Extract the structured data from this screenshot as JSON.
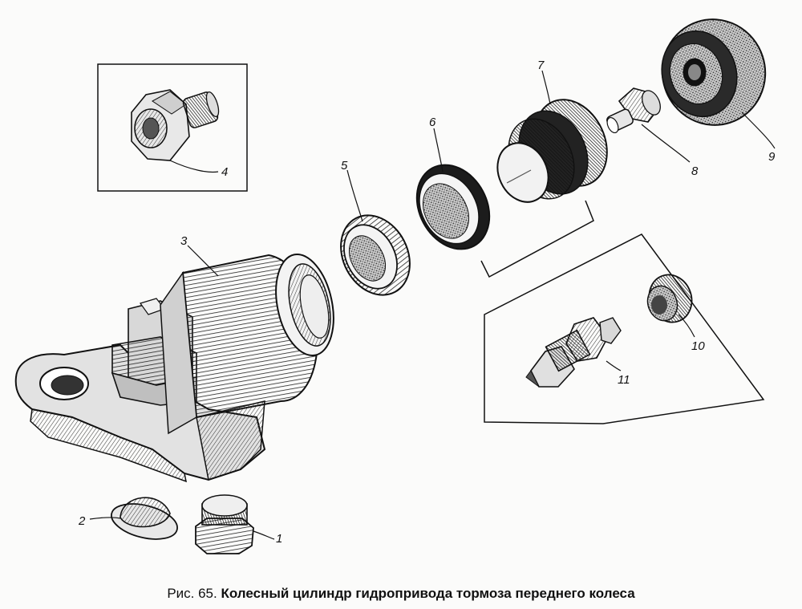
{
  "parts": {
    "p1": "1",
    "p2": "2",
    "p3": "3",
    "p4": "4",
    "p5": "5",
    "p6": "6",
    "p7": "7",
    "p8": "8",
    "p9": "9",
    "p10": "10",
    "p11": "11"
  },
  "caption": {
    "prefix": "Рис. 65.",
    "title": "Колесный цилиндр гидропривода тормоза переднего колеса"
  }
}
